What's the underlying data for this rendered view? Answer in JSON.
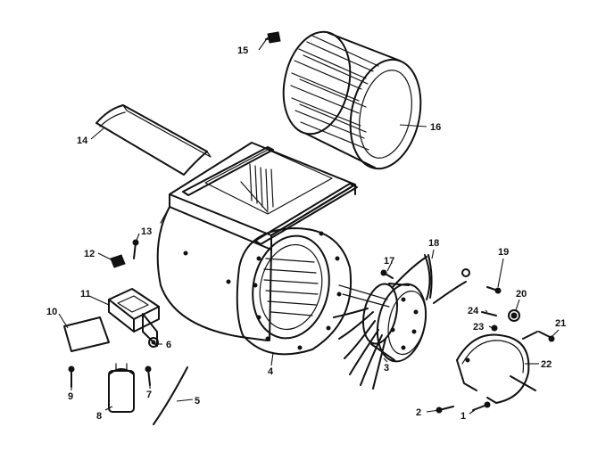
{
  "parts": [
    {
      "id": "p1",
      "label": "1",
      "name": "motor-mount-band-screw"
    },
    {
      "id": "p2",
      "label": "2",
      "name": "mount-screw"
    },
    {
      "id": "p3",
      "label": "3",
      "name": "blower-motor"
    },
    {
      "id": "p4",
      "label": "4",
      "name": "blower-housing"
    },
    {
      "id": "p5",
      "label": "5",
      "name": "wire-lead"
    },
    {
      "id": "p6",
      "label": "6",
      "name": "nut"
    },
    {
      "id": "p7",
      "label": "7",
      "name": "screw"
    },
    {
      "id": "p8",
      "label": "8",
      "name": "capacitor"
    },
    {
      "id": "p9",
      "label": "9",
      "name": "screw"
    },
    {
      "id": "p10",
      "label": "10",
      "name": "cover-plate"
    },
    {
      "id": "p11",
      "label": "11",
      "name": "capacitor-bracket"
    },
    {
      "id": "p12",
      "label": "12",
      "name": "clip"
    },
    {
      "id": "p13",
      "label": "13",
      "name": "screw"
    },
    {
      "id": "p14",
      "label": "14",
      "name": "cutoff-plate"
    },
    {
      "id": "p15",
      "label": "15",
      "name": "set-screw"
    },
    {
      "id": "p16",
      "label": "16",
      "name": "blower-wheel"
    },
    {
      "id": "p17",
      "label": "17",
      "name": "screw"
    },
    {
      "id": "p18",
      "label": "18",
      "name": "ground-wire"
    },
    {
      "id": "p19",
      "label": "19",
      "name": "screw"
    },
    {
      "id": "p20",
      "label": "20",
      "name": "grommet"
    },
    {
      "id": "p21",
      "label": "21",
      "name": "screw"
    },
    {
      "id": "p22",
      "label": "22",
      "name": "motor-mount-band"
    },
    {
      "id": "p23",
      "label": "23",
      "name": "nut"
    },
    {
      "id": "p24",
      "label": "24",
      "name": "screw"
    }
  ]
}
